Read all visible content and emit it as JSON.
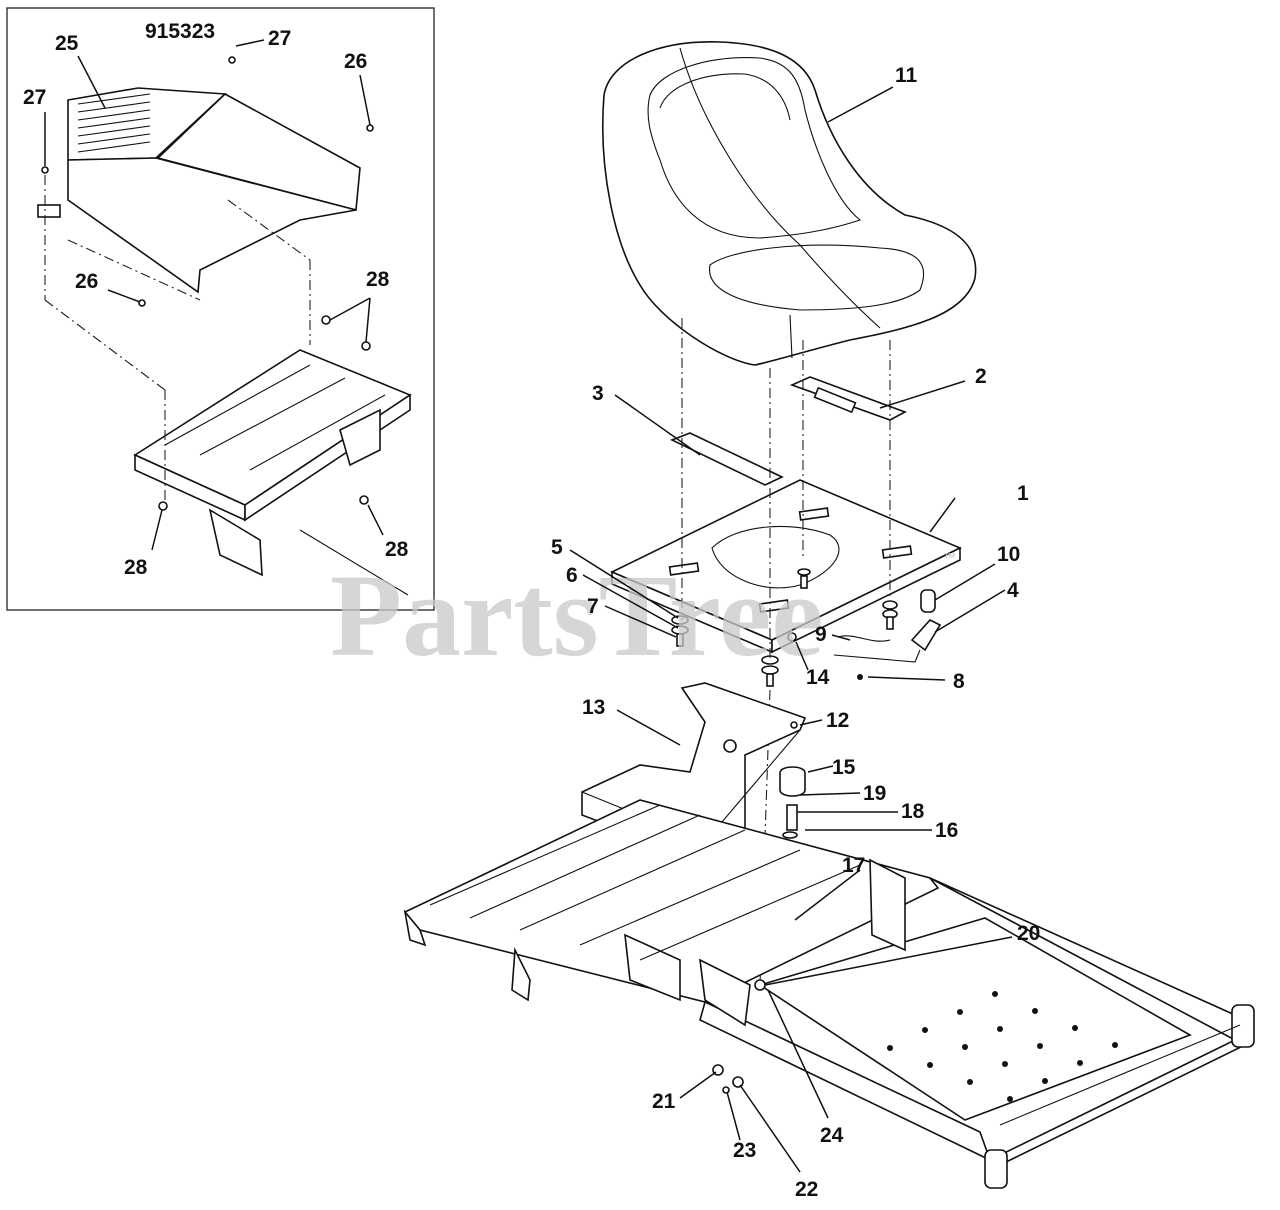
{
  "inset": {
    "title": "915323"
  },
  "watermark": {
    "text": "PartsTree",
    "trademark": "™"
  },
  "callouts": [
    {
      "id": "c1",
      "label": "1"
    },
    {
      "id": "c2",
      "label": "2"
    },
    {
      "id": "c3",
      "label": "3"
    },
    {
      "id": "c4",
      "label": "4"
    },
    {
      "id": "c5",
      "label": "5"
    },
    {
      "id": "c6",
      "label": "6"
    },
    {
      "id": "c7",
      "label": "7"
    },
    {
      "id": "c8",
      "label": "8"
    },
    {
      "id": "c9",
      "label": "9"
    },
    {
      "id": "c10",
      "label": "10"
    },
    {
      "id": "c11",
      "label": "11"
    },
    {
      "id": "c12",
      "label": "12"
    },
    {
      "id": "c13",
      "label": "13"
    },
    {
      "id": "c14",
      "label": "14"
    },
    {
      "id": "c15",
      "label": "15"
    },
    {
      "id": "c16",
      "label": "16"
    },
    {
      "id": "c17",
      "label": "17"
    },
    {
      "id": "c18",
      "label": "18"
    },
    {
      "id": "c19",
      "label": "19"
    },
    {
      "id": "c20",
      "label": "20"
    },
    {
      "id": "c21",
      "label": "21"
    },
    {
      "id": "c22",
      "label": "22"
    },
    {
      "id": "c23",
      "label": "23"
    },
    {
      "id": "c24",
      "label": "24"
    },
    {
      "id": "c25",
      "label": "25"
    },
    {
      "id": "c26a",
      "label": "26"
    },
    {
      "id": "c26b",
      "label": "26"
    },
    {
      "id": "c27a",
      "label": "27"
    },
    {
      "id": "c27b",
      "label": "27"
    },
    {
      "id": "c28a",
      "label": "28"
    },
    {
      "id": "c28b",
      "label": "28"
    },
    {
      "id": "c28c",
      "label": "28"
    }
  ]
}
